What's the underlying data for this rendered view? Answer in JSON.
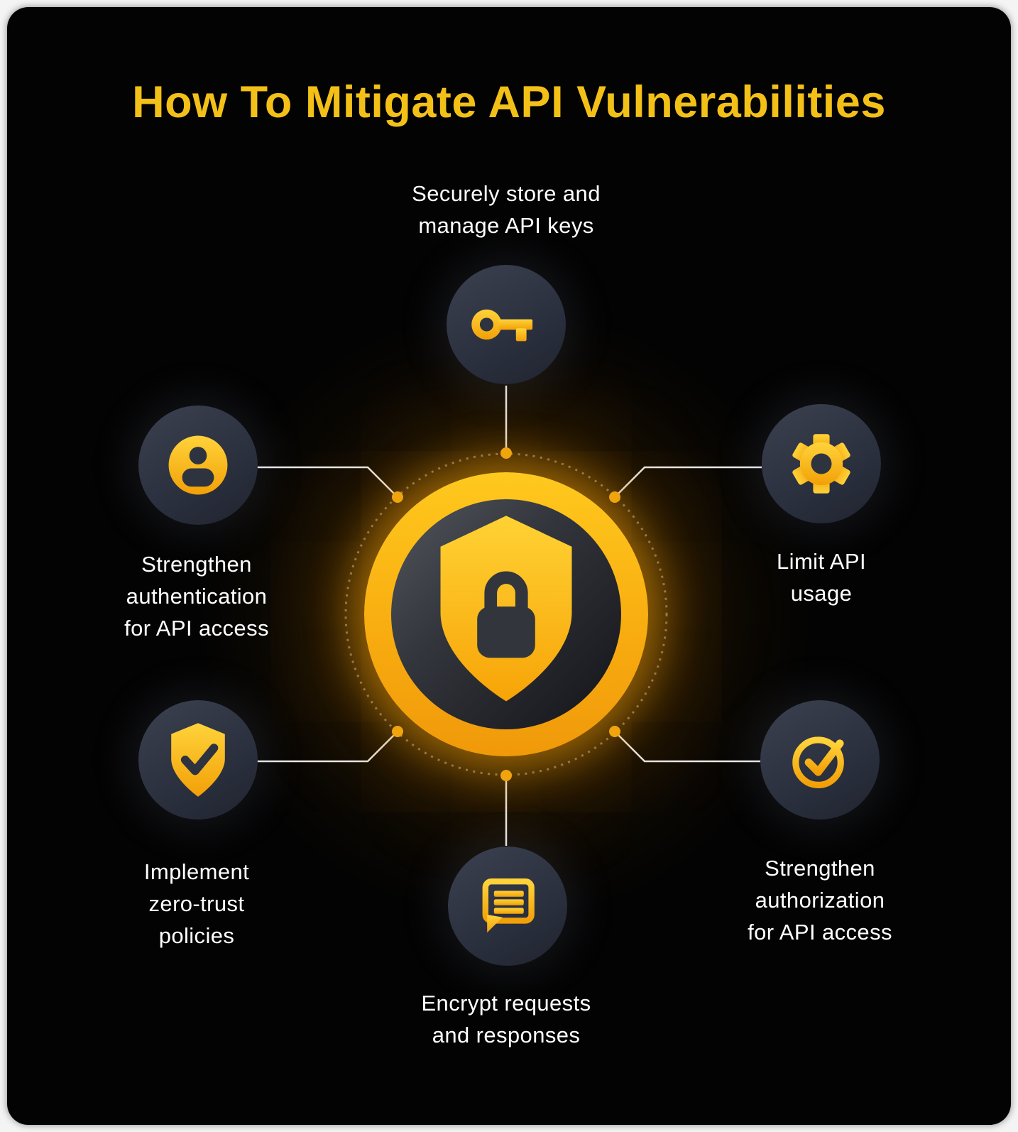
{
  "title": "How To Mitigate API Vulnerabilities",
  "colors": {
    "title_text": "#F3C017",
    "label_text": "#FFFFFF",
    "icon_gold_light": "#FFD33A",
    "icon_gold_dark": "#F2A007",
    "node_dark": "#2E3340",
    "wire": "#E9E9E9",
    "dot": "#F7AF12",
    "card_bg": "#030303",
    "page_bg": "#F4F4F4"
  },
  "center": {
    "icon": "shield-lock-icon"
  },
  "nodes": [
    {
      "id": "store-keys",
      "position": "top",
      "icon": "key-icon",
      "lines": [
        "Securely store and",
        "manage API keys"
      ]
    },
    {
      "id": "authentication",
      "position": "upper-left",
      "icon": "user-icon",
      "lines": [
        "Strengthen",
        "authentication",
        "for API access"
      ]
    },
    {
      "id": "limit-usage",
      "position": "upper-right",
      "icon": "gear-icon",
      "lines": [
        "Limit API",
        "usage"
      ]
    },
    {
      "id": "zero-trust",
      "position": "lower-left",
      "icon": "shield-check-icon",
      "lines": [
        "Implement",
        "zero-trust",
        "policies"
      ]
    },
    {
      "id": "authorization",
      "position": "lower-right",
      "icon": "check-circle-icon",
      "lines": [
        "Strengthen",
        "authorization",
        "for API access"
      ]
    },
    {
      "id": "encrypt",
      "position": "bottom",
      "icon": "chat-icon",
      "lines": [
        "Encrypt requests",
        "and responses"
      ]
    }
  ]
}
